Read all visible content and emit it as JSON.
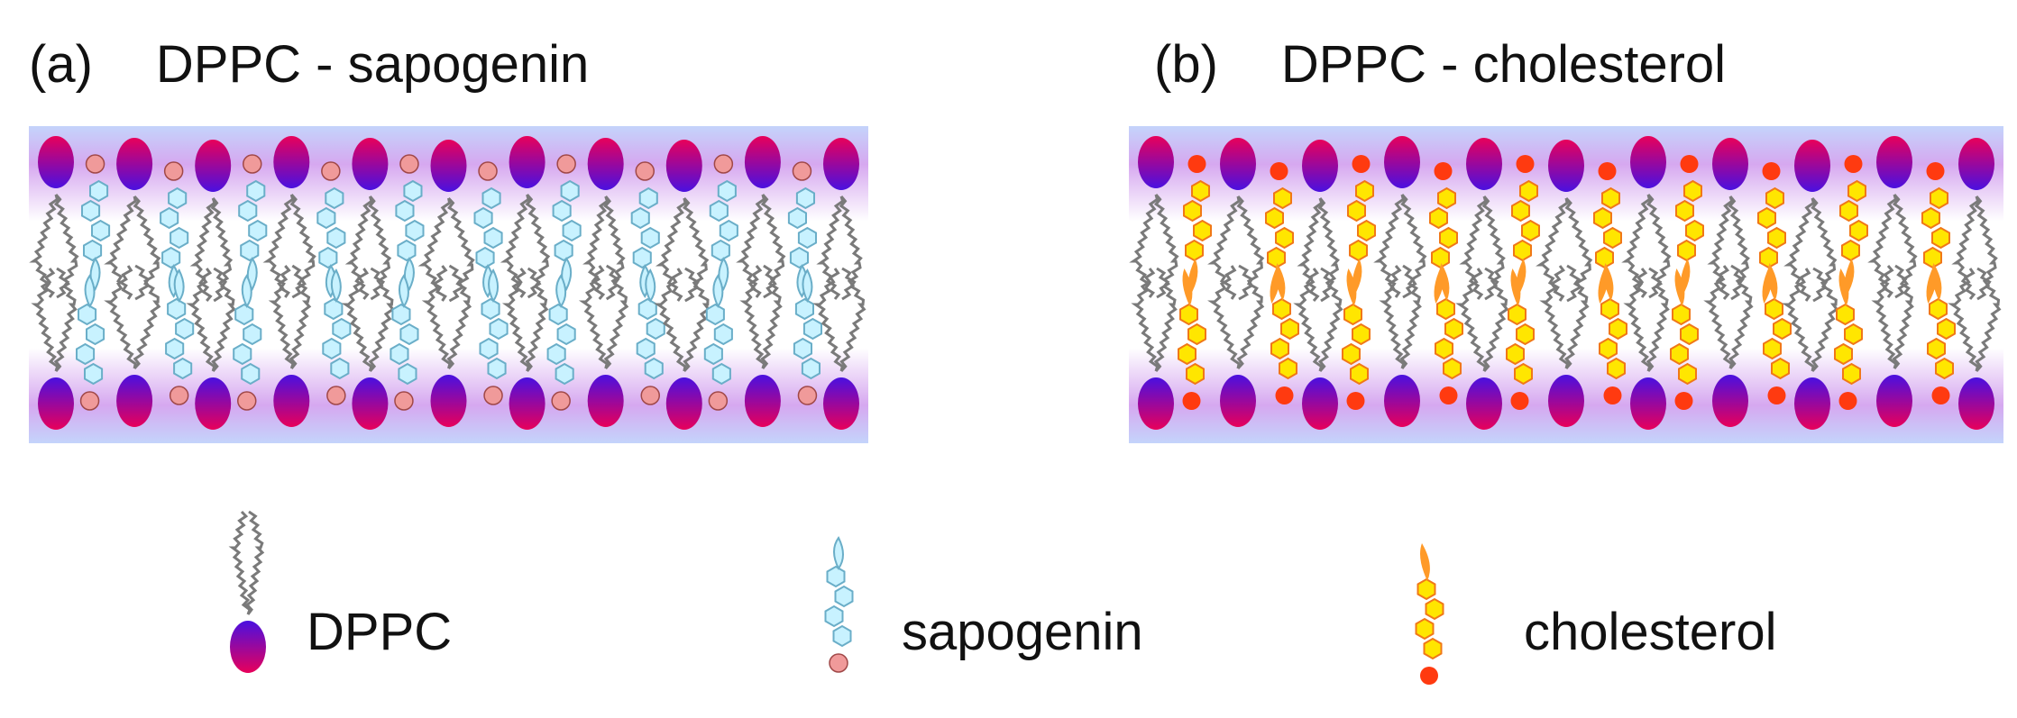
{
  "panels": [
    {
      "label": "(a)",
      "title": "DPPC - sapogenin",
      "guest": "sapogenin"
    },
    {
      "label": "(b)",
      "title": "DPPC - cholesterol",
      "guest": "cholesterol"
    }
  ],
  "legend": [
    {
      "key": "dppc",
      "label": "DPPC",
      "icon": "dppc-lipid-icon"
    },
    {
      "key": "sapogenin",
      "label": "sapogenin",
      "icon": "sapogenin-molecule-icon"
    },
    {
      "key": "cholesterol",
      "label": "cholesterol",
      "icon": "cholesterol-molecule-icon"
    }
  ],
  "colors": {
    "membrane_band": "#b9cdf7",
    "membrane_glow": "#d8a8f0",
    "head_top": "#e8005a",
    "head_bottom": "#4a10e0",
    "tail": "#7a7a7a",
    "sapogenin_ring": "#c8f2ff",
    "sapogenin_edge": "#6aaec8",
    "sapogenin_head": "#f09a9a",
    "cholesterol_ring": "#ffe600",
    "cholesterol_edge": "#f07818",
    "cholesterol_head": "#ff3a10",
    "cholesterol_tail": "#ff9a28"
  }
}
